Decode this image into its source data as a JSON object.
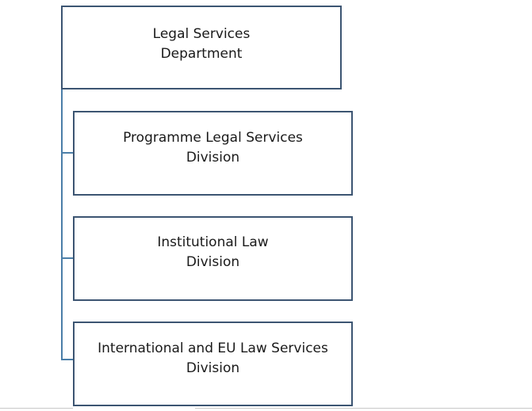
{
  "org_chart": {
    "root": {
      "label": "Legal Services\nDepartment"
    },
    "children": [
      {
        "label": "Programme Legal Services\nDivision"
      },
      {
        "label": "Institutional Law\nDivision"
      },
      {
        "label": "International and EU Law Services\nDivision"
      }
    ]
  },
  "colors": {
    "box_border": "#3c5572",
    "connector": "#4b7ea8"
  }
}
